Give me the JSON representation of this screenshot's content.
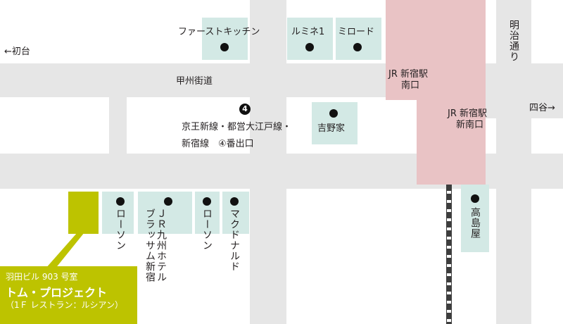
{
  "directions": {
    "hatsudai": "←初台",
    "yotsuya": "四谷→",
    "meiji_dori": "明治通り"
  },
  "streets": {
    "koshu_kaido": "甲州街道"
  },
  "stations": {
    "jr_south_line1": "JR 新宿駅",
    "jr_south_line2": "南口",
    "jr_new_south_line1": "JR 新宿駅",
    "jr_new_south_line2": "新南口"
  },
  "exit": {
    "number": "4",
    "line1": "京王新線・都営大江戸線・",
    "line2": "新宿線　④番出口"
  },
  "landmarks": {
    "first_kitchen": "ファーストキッチン",
    "lumine1": "ルミネ1",
    "mirode": "ミロード",
    "yoshinoya": "吉野家",
    "lawson1": "ローソン",
    "jr_kyushu_hotel": "ＪＲ九州ホテル ブラッサム新宿",
    "lawson2": "ローソン",
    "mcdonalds": "マクドナルド",
    "takashimaya": "高島屋"
  },
  "destination": {
    "line1": "羽田ビル 903 号室",
    "line2": "トム・プロジェクト",
    "line3": "（1Ｆ レストラン：ルシアン）"
  },
  "colors": {
    "road": "#e6e6e6",
    "building": "#d3e9e5",
    "station": "#e9c3c5",
    "highlight": "#bdc300"
  }
}
